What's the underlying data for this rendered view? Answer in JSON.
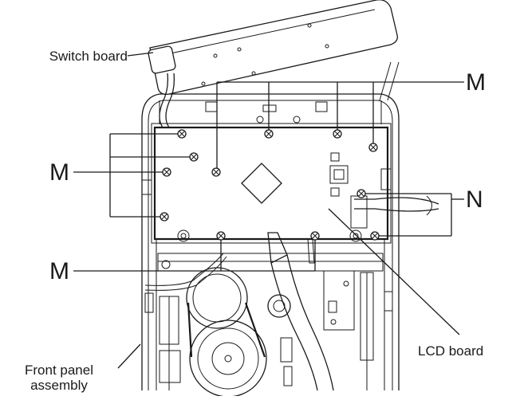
{
  "labels": {
    "switch_board": "Switch board",
    "screw_m_top": "M",
    "screw_m_left": "M",
    "screw_m_bottom": "M",
    "screw_n": "N",
    "lcd_board": "LCD board",
    "front_panel_line1": "Front panel",
    "front_panel_line2": "assembly"
  },
  "colors": {
    "line": "#1a1a1a",
    "background": "#ffffff"
  }
}
